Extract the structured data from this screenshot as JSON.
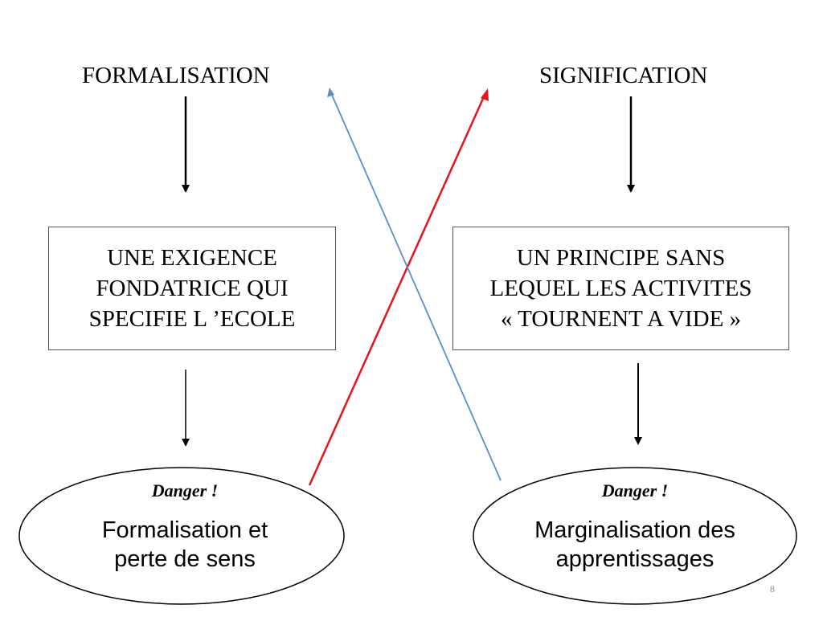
{
  "left_column": {
    "title": "FORMALISATION",
    "box_lines": [
      "UNE EXIGENCE",
      "FONDATRICE QUI",
      "SPECIFIE L ’ECOLE"
    ],
    "danger_label": "Danger !",
    "consequence_lines": [
      "Formalisation et",
      "perte de sens"
    ]
  },
  "right_column": {
    "title": "SIGNIFICATION",
    "box_lines": [
      "UN PRINCIPE SANS",
      "LEQUEL LES ACTIVITES",
      "« TOURNENT A VIDE »"
    ],
    "danger_label": "Danger !",
    "consequence_lines": [
      "Marginalisation des",
      "apprentissages"
    ]
  },
  "cross_arrows": {
    "left_danger_to_signification_color": "#e8141c",
    "right_danger_to_formalisation_color": "#5b8ec7"
  },
  "slide_number": "8"
}
